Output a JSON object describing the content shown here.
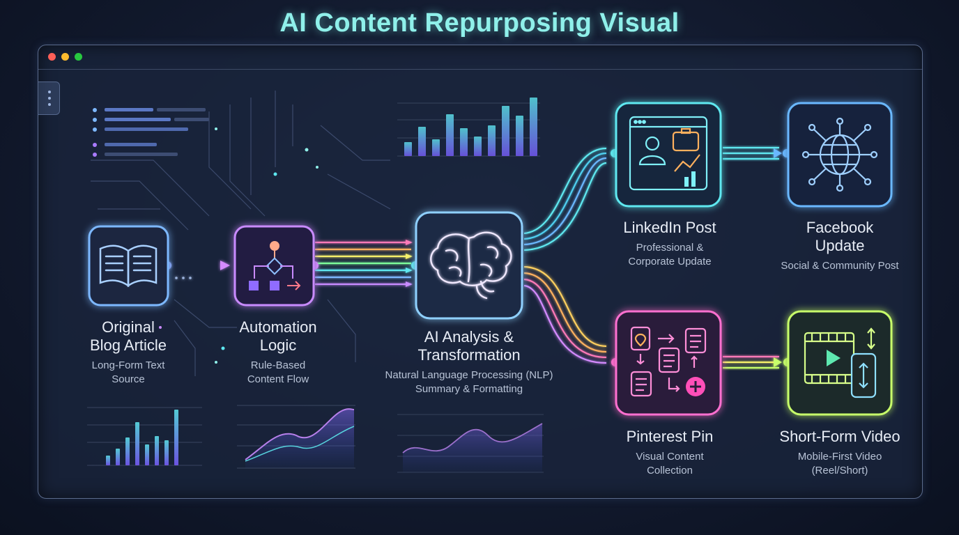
{
  "title": "AI Content Repurposing Visual",
  "colors": {
    "title": "#8ff0ea",
    "blog": "#7db8ff",
    "automation": "#c98bff",
    "ai": "#8fd0ff",
    "linkedin": "#5ee8f0",
    "facebook": "#6ab8ff",
    "pinterest": "#ff6fd0",
    "video": "#c8ff6a"
  },
  "window": {
    "controls": [
      "close",
      "minimize",
      "maximize"
    ]
  },
  "nodes": [
    {
      "id": "blog",
      "title": "Original\nBlog Article",
      "subtitle": "Long-Form Text\nSource",
      "icon": "open-book-icon"
    },
    {
      "id": "automation",
      "title": "Automation\nLogic",
      "subtitle": "Rule-Based\nContent Flow",
      "icon": "flowchart-icon"
    },
    {
      "id": "ai",
      "title": "AI Analysis &\nTransformation",
      "subtitle": "Natural Language Processing (NLP)\nSummary & Formatting",
      "icon": "brain-icon"
    },
    {
      "id": "linkedin",
      "title": "LinkedIn Post",
      "subtitle": "Professional &\nCorporate Update",
      "icon": "professional-profile-icon"
    },
    {
      "id": "facebook",
      "title": "Facebook\nUpdate",
      "subtitle": "Social & Community Post",
      "icon": "globe-network-icon"
    },
    {
      "id": "pinterest",
      "title": "Pinterest Pin",
      "subtitle": "Visual Content\nCollection",
      "icon": "pin-board-icon"
    },
    {
      "id": "video",
      "title": "Short-Form Video",
      "subtitle": "Mobile-First Video\n(Reel/Short)",
      "icon": "video-phone-icon"
    }
  ]
}
